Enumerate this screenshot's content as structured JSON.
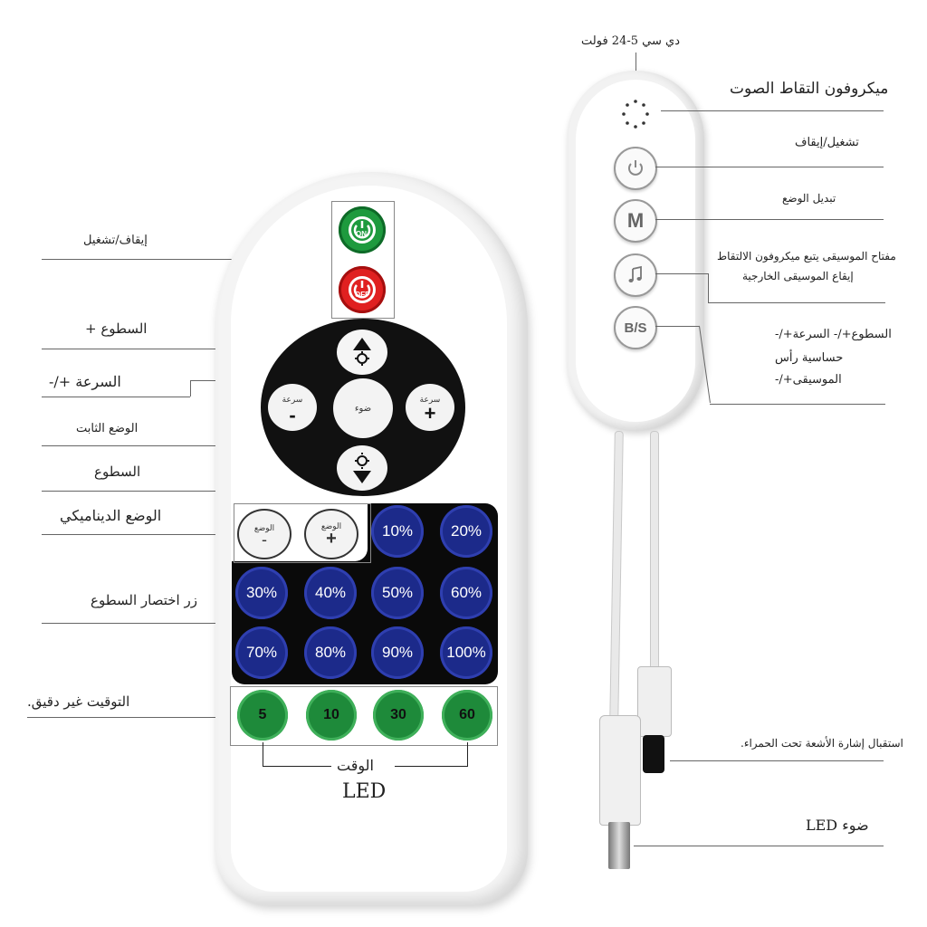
{
  "labels": {
    "power_top": "دي سي 5-24 فولت",
    "mic": "ميكروفون التقاط الصوت",
    "ctrl_power": "تشغيل/إيقاف",
    "mode_switch": "تبديل الوضع",
    "music_key_1": "مفتاح الموسيقى يتبع ميكروفون الالتقاط",
    "music_key_2": "إيقاع الموسيقى الخارجية",
    "bs_1": "السطوع+/- السرعة+/-",
    "bs_2": "حساسية رأس",
    "bs_3": "الموسيقى+/-",
    "ir": "استقبال إشارة الأشعة تحت الحمراء.",
    "led_light": "ضوء LED",
    "onoff": "إيقاف/تشغيل",
    "bright_plus": "السطوع +",
    "speed": "السرعة +/-",
    "static_mode": "الوضع الثابت",
    "brightness": "السطوع",
    "dynamic_mode": "الوضع الديناميكي",
    "shortcut": "زر اختصار السطوع",
    "timing": "التوقيت غير دقيق."
  },
  "remote": {
    "on": "ON",
    "off": "OFF",
    "speed_minus_label": "سرعة",
    "speed_plus_label": "سرعة",
    "light_label": "ضوء",
    "mode_minus_label": "الوضع",
    "mode_plus_label": "الوضع",
    "percent_top": [
      "10%",
      "20%"
    ],
    "percent_mid": [
      "30%",
      "40%",
      "50%",
      "60%"
    ],
    "percent_bot": [
      "70%",
      "80%",
      "90%",
      "100%"
    ],
    "timers": [
      "5",
      "10",
      "30",
      "60"
    ],
    "time_label": "الوقت",
    "brand": "LED"
  },
  "controller": {
    "m": "M",
    "bs": "B/S"
  },
  "colors": {
    "on_green": "#1e9a3e",
    "off_red": "#e02020",
    "percent_blue": "#1c2a8a",
    "timer_green": "#1e8a3a",
    "dpad_black": "#111111"
  }
}
